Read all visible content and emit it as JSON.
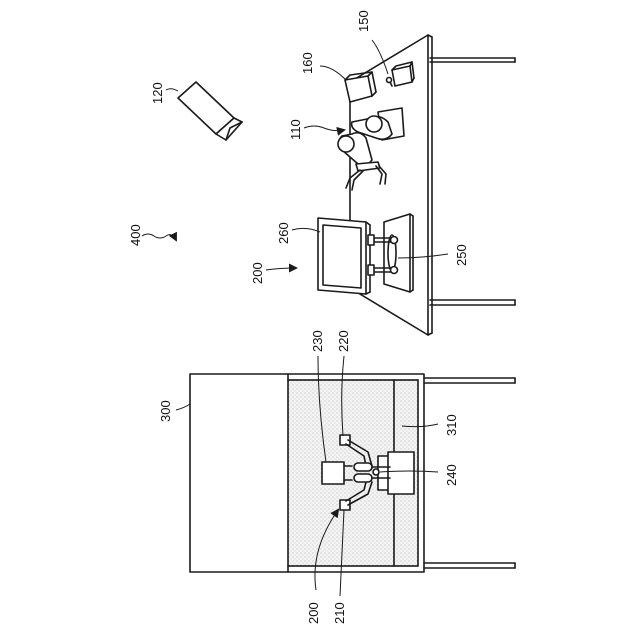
{
  "labels": {
    "system": "400",
    "camera": "120",
    "robot_arm": "110",
    "item_150": "150",
    "item_160": "160",
    "device_upper": "200",
    "monitor": "260",
    "base_upper": "250",
    "enclosure": "300",
    "enclosure_floor": "310",
    "device_lower": "200",
    "part_210": "210",
    "part_220": "220",
    "part_230": "230",
    "part_240": "240"
  },
  "colors": {
    "line": "#1a1a1a",
    "background": "#ffffff",
    "chamber_fill": "#ececec"
  }
}
